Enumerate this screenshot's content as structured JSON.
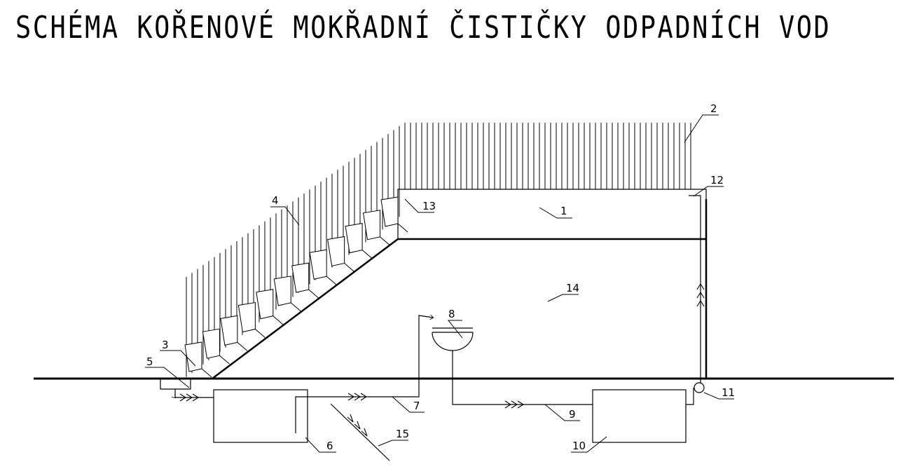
{
  "title": "SCHÉMA KOŘENOVÉ MOKŘADNÍ ČISTIČKY ODPADNÍCH VOD",
  "labels": {
    "l1": "1",
    "l2": "2",
    "l3": "3",
    "l4": "4",
    "l5": "5",
    "l6": "6",
    "l7": "7",
    "l8": "8",
    "l9": "9",
    "l10": "10",
    "l11": "11",
    "l12": "12",
    "l13": "13",
    "l14": "14",
    "l15": "15"
  },
  "colors": {
    "line": "#000000",
    "background": "#ffffff"
  }
}
